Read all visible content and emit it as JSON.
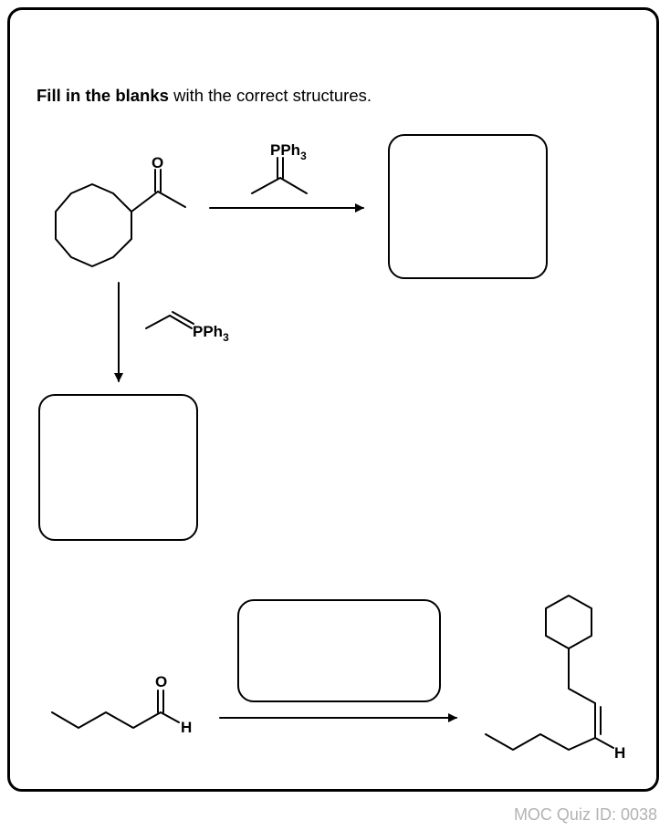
{
  "instructions": {
    "bold": "Fill in the blanks",
    "rest": " with the correct structures."
  },
  "reactions": {
    "r1": {
      "reagent_atom": "PPh",
      "reagent_sub": "3",
      "product_blank": ""
    },
    "r2": {
      "reagent_atom": "PPh",
      "reagent_sub": "3",
      "product_blank": ""
    },
    "r3": {
      "reagent_blank": ""
    }
  },
  "labels": {
    "carbonyl_o": "O",
    "aldehyde_o": "O",
    "aldehyde_h": "H",
    "alkene_h": "H"
  },
  "footer": "MOC Quiz ID: 0038"
}
